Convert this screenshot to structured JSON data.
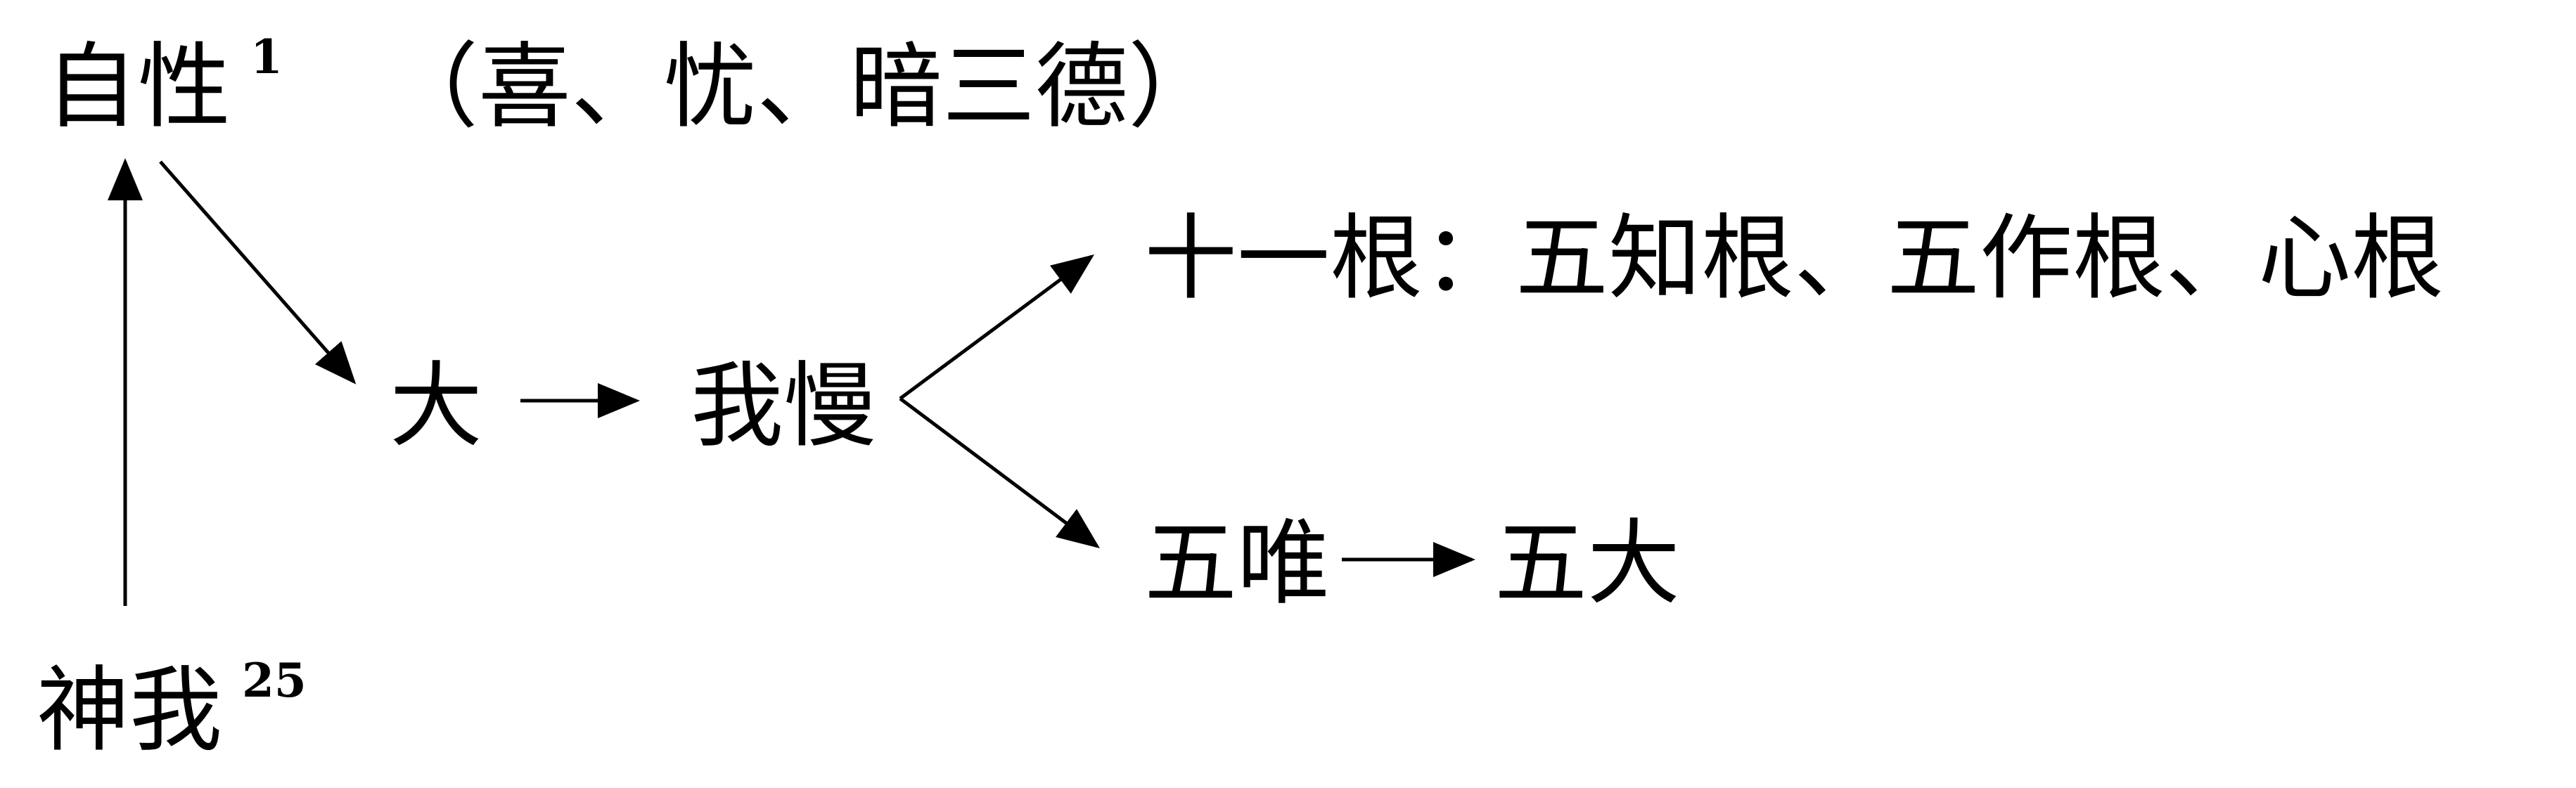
{
  "nodes": {
    "prakriti": {
      "label": "自性",
      "sup": "1"
    },
    "gunas": "（喜、忧、暗三德）",
    "mahat": "大",
    "ahamkara": "我慢",
    "indriyas": "十一根：五知根、五作根、心根",
    "tanmatra": "五唯",
    "bhutas": "五大",
    "purusha": {
      "label": "神我",
      "sup": "25"
    }
  },
  "colors": {
    "ink": "#000000",
    "background": "#ffffff"
  }
}
